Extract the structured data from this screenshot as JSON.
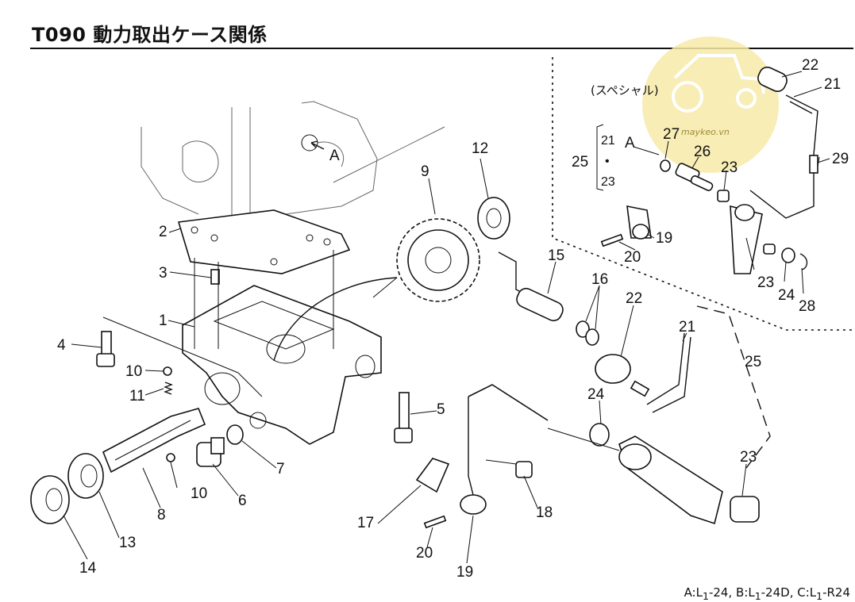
{
  "header": {
    "title": "T090 動力取出ケース関係"
  },
  "special": {
    "label": "(スペシャル)"
  },
  "footnote": {
    "text_a": "A:L",
    "sub_a": "1",
    "tail_a": "-24, ",
    "text_b": "B:L",
    "sub_b": "1",
    "tail_b": "-24D, ",
    "text_c": "C:L",
    "sub_c": "1",
    "tail_c": "-R24"
  },
  "callouts": {
    "p1": "1",
    "p2": "2",
    "p3": "3",
    "p4": "4",
    "p5": "5",
    "p6": "6",
    "p7": "7",
    "p8": "8",
    "p9": "9",
    "p10a": "10",
    "p10b": "10",
    "p11": "11",
    "p12": "12",
    "p13": "13",
    "p14": "14",
    "p15": "15",
    "p16": "16",
    "p17": "17",
    "p18": "18",
    "p19": "19",
    "p20": "20",
    "p21": "21",
    "p22": "22",
    "p23": "23",
    "p24": "24",
    "p25": "25",
    "s19": "19",
    "s20": "20",
    "s21": "21",
    "s22": "22",
    "s23a": "23",
    "s23b": "23",
    "s24": "24",
    "s25": "25",
    "s26": "26",
    "s27": "27",
    "s28": "28",
    "s29": "29",
    "bracket_top": "21",
    "bracket_mid": "•",
    "bracket_bot": "23",
    "view_a1": "A",
    "view_a2": "A"
  },
  "watermark": {
    "text": "maykeo.vn",
    "color": "#f3e6a0"
  }
}
